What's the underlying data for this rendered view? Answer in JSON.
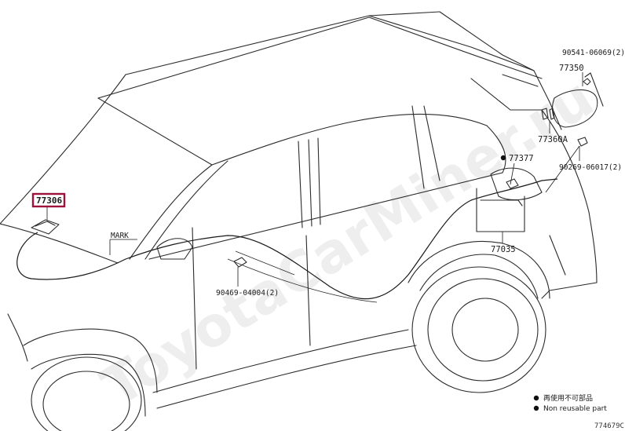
{
  "watermark": "ToyotaCarMiner.ru",
  "labels": {
    "selected_part": "77306",
    "mark": "MARK",
    "p90541": "90541-06069(2)",
    "p77350": "77350",
    "p77360a": "77360A",
    "p77377": "77377",
    "p90269": "90269-06017(2)",
    "p77035": "77035",
    "p90469": "90469-04004(2)"
  },
  "legend": {
    "line1": "再使用不可部品",
    "line2": "Non reusable part"
  },
  "reference_code": "774679C",
  "colors": {
    "highlight_border": "#a0103a",
    "line": "#2b2b2b"
  }
}
